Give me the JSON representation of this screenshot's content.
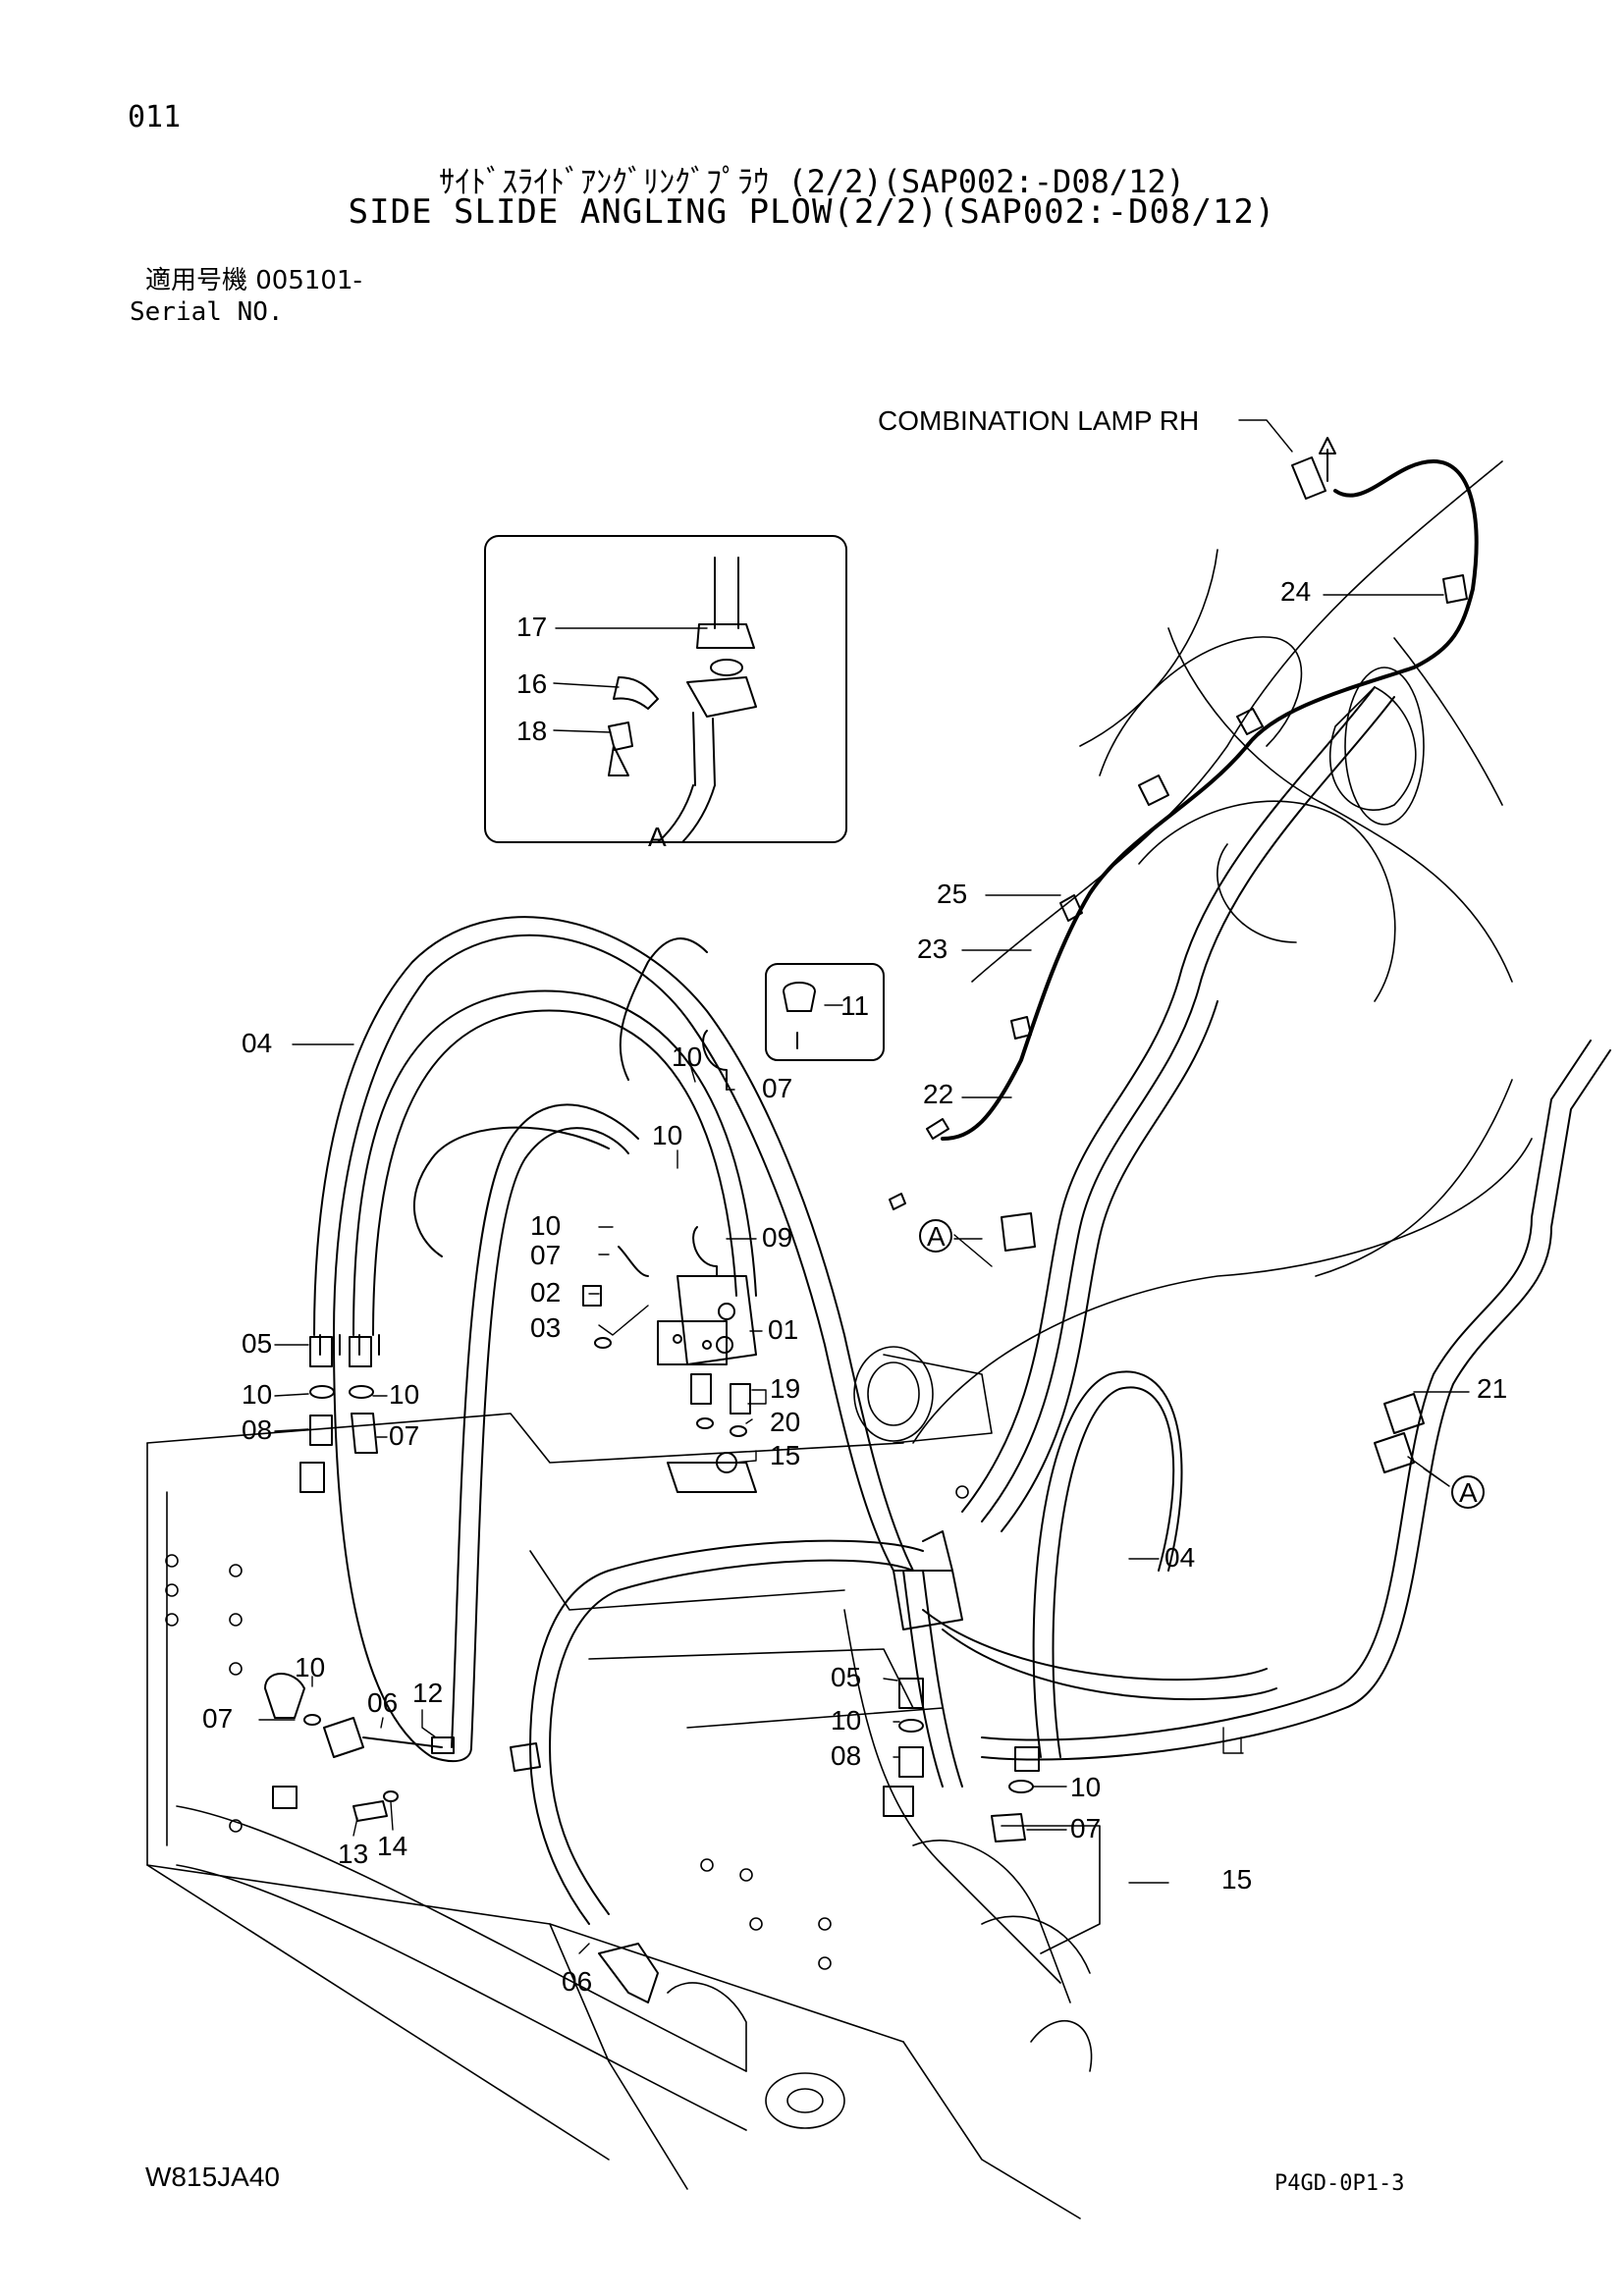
{
  "header": {
    "page_number": "011",
    "title_jp": "ｻｲﾄﾞｽﾗｲﾄﾞｱﾝｸﾞﾘﾝｸﾞﾌﾟﾗｳ (2/2)(SAP002:-D08/12)",
    "title_en": "SIDE SLIDE ANGLING PLOW(2/2)(SAP002:-D08/12)",
    "serial_jp": "適用号機 005101-",
    "serial_en": "Serial NO."
  },
  "footer": {
    "drawing_code": "W815JA40",
    "ref_code": "P4GD-0P1-3"
  },
  "callouts": {
    "combination_lamp": "COMBINATION LAMP RH",
    "detail_a": "A",
    "p24": "24",
    "p25": "25",
    "p23": "23",
    "p22": "22",
    "p21": "21",
    "p17": "17",
    "p16": "16",
    "p18": "18",
    "p11": "11",
    "p04a": "04",
    "p04b": "04",
    "p10a": "10",
    "p07a": "07",
    "p10b": "10",
    "p09": "09",
    "p10c": "10",
    "p07b": "07",
    "p02": "02",
    "p03": "03",
    "p01": "01",
    "p05a": "05",
    "p10d": "10",
    "p10e": "10",
    "p08a": "08",
    "p07c": "07",
    "p19": "19",
    "p20": "20",
    "p15a": "15",
    "p10f": "10",
    "p07d": "07",
    "p06a": "06",
    "p12": "12",
    "p13": "13",
    "p14": "14",
    "p06b": "06",
    "p05b": "05",
    "p10g": "10",
    "p08b": "08",
    "p10h": "10",
    "p07e": "07",
    "p15b": "15",
    "a_mark1": "A",
    "a_mark2": "A"
  }
}
